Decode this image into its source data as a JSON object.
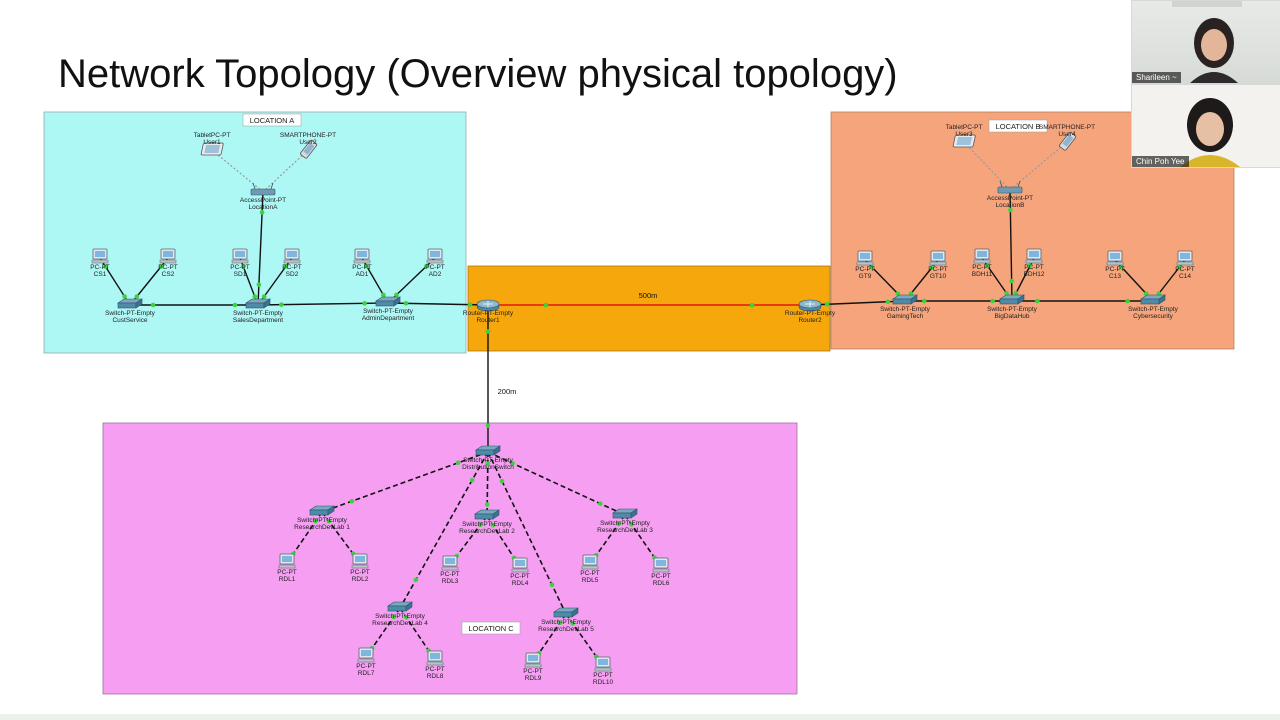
{
  "slide": {
    "title": "Network Topology (Overview physical topology)"
  },
  "colors": {
    "location_a": "#adf7f5",
    "location_b": "#f5a47c",
    "location_c": "#f59ef2",
    "router_zone": "#f5a70c",
    "wan_link": "#e01818",
    "lan_link": "#111111",
    "port_led": "#3bd23b"
  },
  "locations": {
    "a": "LOCATION A",
    "b": "LOCATION B",
    "c": "LOCATION C"
  },
  "links": {
    "router_link_distance": "500m",
    "location_c_distance": "200m"
  },
  "devices": {
    "tablet1": {
      "type": "TabletPC-PT",
      "name": "User1"
    },
    "phone1": {
      "type": "SMARTPHONE-PT",
      "name": "User2"
    },
    "ap_a": {
      "type": "AccessPoint-PT",
      "name": "LocationA"
    },
    "cs1": {
      "type": "PC-PT",
      "name": "CS1"
    },
    "cs2": {
      "type": "PC-PT",
      "name": "CS2"
    },
    "sd1": {
      "type": "PC-PT",
      "name": "SD1"
    },
    "sd2": {
      "type": "PC-PT",
      "name": "SD2"
    },
    "ad1": {
      "type": "PC-PT",
      "name": "AD1"
    },
    "ad2": {
      "type": "PC-PT",
      "name": "AD2"
    },
    "sw_cust": {
      "type": "Switch-PT-Empty",
      "name": "CustService"
    },
    "sw_sales": {
      "type": "Switch-PT-Empty",
      "name": "SalesDepartment"
    },
    "sw_admin": {
      "type": "Switch-PT-Empty",
      "name": "AdminDepartment"
    },
    "router1": {
      "type": "Router-PT-Empty",
      "name": "Router1"
    },
    "router2": {
      "type": "Router-PT-Empty",
      "name": "Router2"
    },
    "tablet3": {
      "type": "TabletPC-PT",
      "name": "User3"
    },
    "phone4": {
      "type": "SMARTPHONE-PT",
      "name": "User4"
    },
    "ap_b": {
      "type": "AccessPoint-PT",
      "name": "LocationB"
    },
    "gt9": {
      "type": "PC-PT",
      "name": "GT9"
    },
    "gt10": {
      "type": "PC-PT",
      "name": "GT10"
    },
    "bdh11": {
      "type": "PC-PT",
      "name": "BDH11"
    },
    "bdh12": {
      "type": "PC-PT",
      "name": "BDH12"
    },
    "c13": {
      "type": "PC-PT",
      "name": "C13"
    },
    "c14": {
      "type": "PC-PT",
      "name": "C14"
    },
    "sw_gaming": {
      "type": "Switch-PT-Empty",
      "name": "GamingTech"
    },
    "sw_bigdata": {
      "type": "Switch-PT-Empty",
      "name": "BigDataHub"
    },
    "sw_cyber": {
      "type": "Switch-PT-Empty",
      "name": "Cybersecurity"
    },
    "sw_dist": {
      "type": "Switch-PT-Empty",
      "name": "DistributionSwitch"
    },
    "sw_rdl1": {
      "type": "Switch-PT-Empty",
      "name": "ResearchDevLab 1"
    },
    "sw_rdl2": {
      "type": "Switch-PT-Empty",
      "name": "ResearchDevLab 2"
    },
    "sw_rdl3": {
      "type": "Switch-PT-Empty",
      "name": "ResearchDevLab 3"
    },
    "sw_rdl4": {
      "type": "Switch-PT-Empty",
      "name": "ResearchDevLab 4"
    },
    "sw_rdl5": {
      "type": "Switch-PT-Empty",
      "name": "ResearchDevLab 5"
    },
    "rdl1": {
      "type": "PC-PT",
      "name": "RDL1"
    },
    "rdl2": {
      "type": "PC-PT",
      "name": "RDL2"
    },
    "rdl3": {
      "type": "PC-PT",
      "name": "RDL3"
    },
    "rdl4": {
      "type": "PC-PT",
      "name": "RDL4"
    },
    "rdl5": {
      "type": "PC-PT",
      "name": "RDL5"
    },
    "rdl6": {
      "type": "PC-PT",
      "name": "RDL6"
    },
    "rdl7": {
      "type": "PC-PT",
      "name": "RDL7"
    },
    "rdl8": {
      "type": "PC-PT",
      "name": "RDL8"
    },
    "rdl9": {
      "type": "PC-PT",
      "name": "RDL9"
    },
    "rdl10": {
      "type": "PC-PT",
      "name": "RDL10"
    }
  },
  "video_call": {
    "participants": [
      {
        "name": "Sharileen ~"
      },
      {
        "name": "Chin Poh Yee"
      }
    ]
  }
}
